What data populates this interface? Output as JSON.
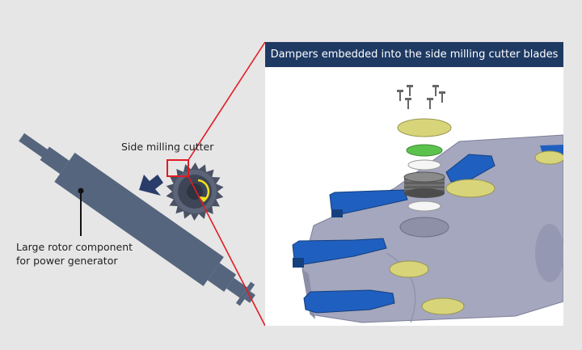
{
  "labels": {
    "side_milling_cutter": "Side milling cutter",
    "rotor_line1": "Large rotor component",
    "rotor_line2": "for power generator"
  },
  "detail": {
    "title": "Dampers embedded into the side milling cutter blades"
  },
  "colors": {
    "background": "#e6e6e6",
    "rotor": "#56657e",
    "cutter": "#4a5264",
    "arrow": "#2a3d6a",
    "highlight_red": "#e21b23",
    "title_bar": "#1e3a63",
    "blade_blue": "#1f5fbf",
    "damper_disc": "#d8d47a",
    "green_disc": "#5cc24e",
    "body_grey": "#a4a7bd"
  }
}
